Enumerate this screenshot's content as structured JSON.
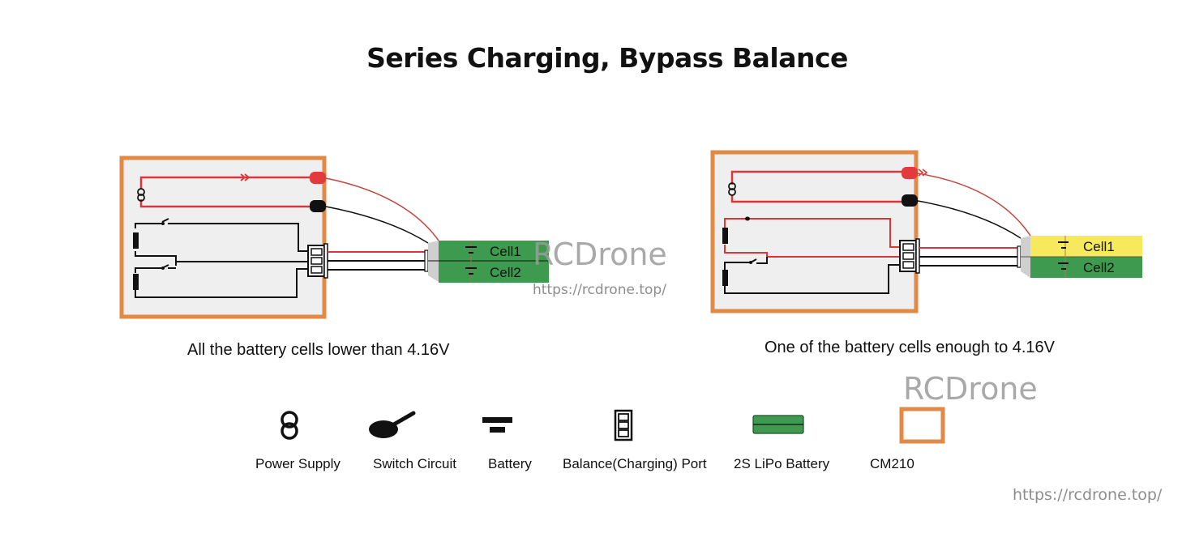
{
  "title": "Series Charging, Bypass Balance",
  "diagrams": [
    {
      "caption": "All the battery cells lower than 4.16V",
      "cells": [
        {
          "label": "Cell1",
          "color": "#3e9a4f"
        },
        {
          "label": "Cell2",
          "color": "#3e9a4f"
        }
      ]
    },
    {
      "caption": "One of the battery cells enough to 4.16V",
      "cells": [
        {
          "label": "Cell1",
          "color": "#f6ea5c"
        },
        {
          "label": "Cell2",
          "color": "#3e9a4f"
        }
      ]
    }
  ],
  "legend": [
    {
      "icon": "power-supply-icon",
      "label": "Power Supply"
    },
    {
      "icon": "switch-circuit-icon",
      "label": "Switch Circuit"
    },
    {
      "icon": "battery-icon",
      "label": "Battery"
    },
    {
      "icon": "balance-port-icon",
      "label": "Balance(Charging) Port"
    },
    {
      "icon": "lipo-battery-icon",
      "label": "2S LiPo Battery"
    },
    {
      "icon": "cm210-icon",
      "label": "CM210"
    }
  ],
  "watermarks": {
    "brand": "RCDrone",
    "url": "https://rcdrone.top/"
  },
  "colors": {
    "board_border": "#e08a45",
    "board_fill": "#efefef",
    "wire_red": "#d9383a",
    "wire_black": "#111111",
    "cell_green": "#3e9a4f",
    "cell_yellow": "#f6ea5c"
  }
}
